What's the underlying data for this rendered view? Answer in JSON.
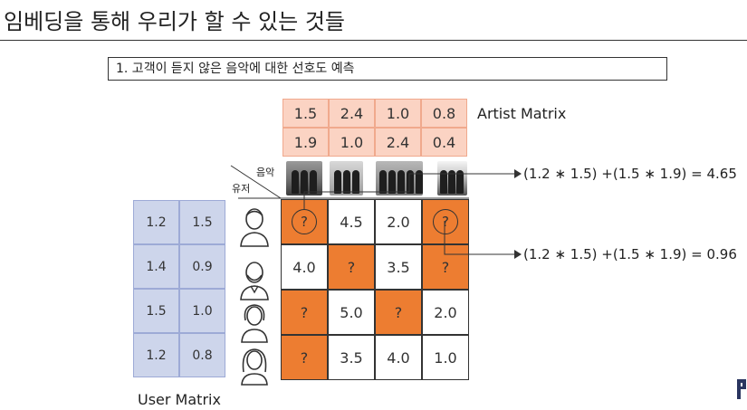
{
  "title": "임베딩을 통해 우리가 할 수 있는 것들",
  "subtitle": "1. 고객이 듣지 않은 음악에 대한 선호도 예측",
  "artist_matrix": {
    "label": "Artist Matrix",
    "rows": [
      [
        "1.5",
        "2.4",
        "1.0",
        "0.8"
      ],
      [
        "1.9",
        "1.0",
        "2.4",
        "0.4"
      ]
    ]
  },
  "user_matrix": {
    "label": "User Matrix",
    "rows": [
      [
        "1.2",
        "1.5"
      ],
      [
        "1.4",
        "0.9"
      ],
      [
        "1.5",
        "1.0"
      ],
      [
        "1.2",
        "0.8"
      ]
    ]
  },
  "header": {
    "music_label": "음악",
    "user_label": "유저"
  },
  "ratings": [
    [
      "?",
      "4.5",
      "2.0",
      "?"
    ],
    [
      "4.0",
      "?",
      "3.5",
      "?"
    ],
    [
      "?",
      "5.0",
      "?",
      "2.0"
    ],
    [
      "?",
      "3.5",
      "4.0",
      "1.0"
    ]
  ],
  "formulas": [
    "(1.2 ∗ 1.5) +(1.5 ∗ 1.9) = 4.65",
    "(1.2 ∗ 1.5) +(1.5 ∗ 1.9) = 0.96"
  ],
  "colors": {
    "missing": "#ed7d31",
    "artist": "#fbd3c3",
    "user": "#cdd5eb"
  },
  "icons": [
    "user-icon",
    "user-icon",
    "user-icon",
    "user-icon"
  ]
}
